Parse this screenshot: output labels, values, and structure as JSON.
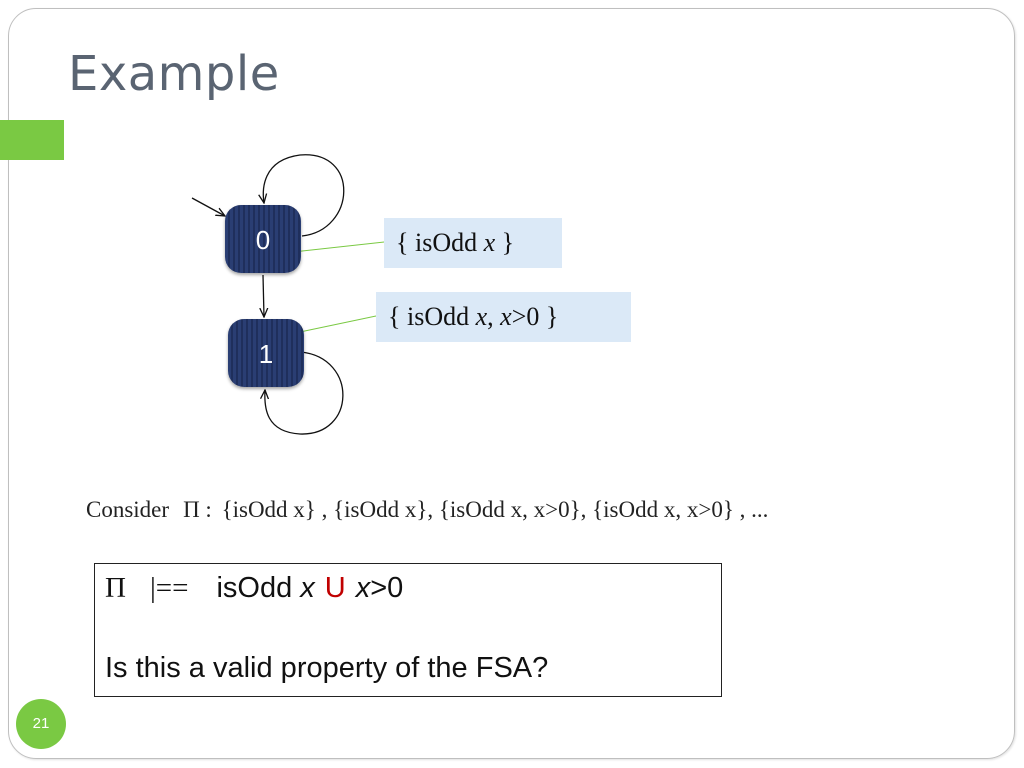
{
  "slide": {
    "title": "Example",
    "number": "21",
    "accent_color": "#7ac943"
  },
  "diagram": {
    "states": [
      {
        "id": "0",
        "label": "0",
        "initial": true
      },
      {
        "id": "1",
        "label": "1",
        "initial": false
      }
    ],
    "transitions": [
      {
        "from": "0",
        "to": "0",
        "kind": "self-loop"
      },
      {
        "from": "0",
        "to": "1",
        "kind": "edge"
      },
      {
        "from": "1",
        "to": "1",
        "kind": "self-loop"
      }
    ],
    "state_labels": [
      {
        "state": "0",
        "prefix": "{ isOdd ",
        "var": "x",
        "suffix": " }"
      },
      {
        "state": "1",
        "prefix": "{ isOdd ",
        "var1": "x",
        "mid": ",  ",
        "var2": "x",
        "suffix": ">0 }"
      }
    ]
  },
  "consider": {
    "lead": "Consider",
    "pi": "Π :",
    "sequence": "{isOdd x} , {isOdd x}, {isOdd x, x>0}, {isOdd x, x>0} , ..."
  },
  "property": {
    "pi": "Π",
    "models": "|==",
    "lhs_prefix": "isOdd ",
    "lhs_var": "x",
    "operator": "U",
    "rhs_var": "x",
    "rhs_suffix": ">0",
    "question": "Is this a valid property of the FSA?"
  }
}
